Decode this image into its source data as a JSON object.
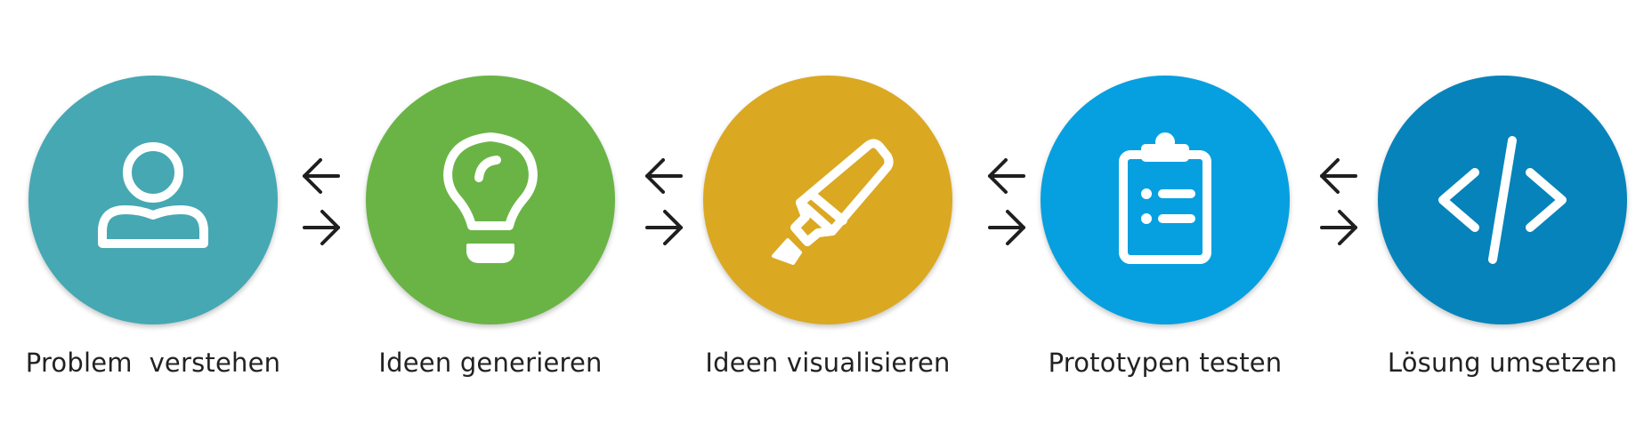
{
  "steps": [
    {
      "label": "Problem  verstehen",
      "color": "#46A8B3",
      "icon": "user-icon"
    },
    {
      "label": "Ideen generieren",
      "color": "#6AB446",
      "icon": "lightbulb-icon"
    },
    {
      "label": "Ideen visualisieren",
      "color": "#DBA822",
      "icon": "highlighter-icon"
    },
    {
      "label": "Prototypen testen",
      "color": "#06A0E0",
      "icon": "clipboard-icon"
    },
    {
      "label": "Lösung umsetzen",
      "color": "#0683BA",
      "icon": "code-icon"
    }
  ]
}
